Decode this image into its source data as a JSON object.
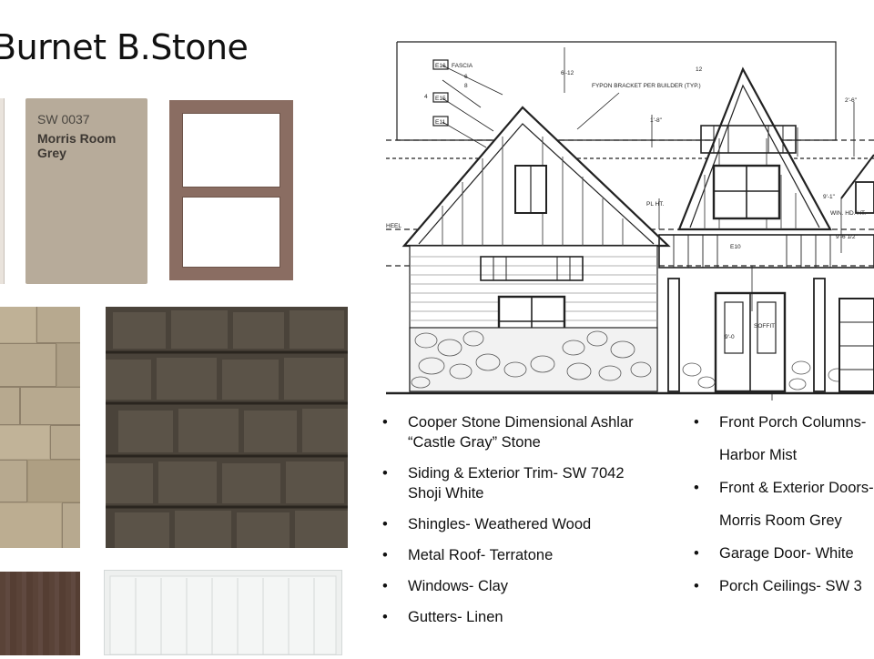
{
  "title": "Burnet B.Stone",
  "paint_chip": {
    "code": "SW 0037",
    "name": "Morris Room Grey",
    "color": "#b7ab9a"
  },
  "colors": {
    "window_frame": "#8a6d62",
    "shingle": "#3b352d",
    "stone": "#b3a58c",
    "wood": "#5a4338"
  },
  "elevation": {
    "labels": [
      "FASCIA",
      "FYPON BRACKET PER BUILDER (TYP.)",
      "HEEL",
      "SOFFIT",
      "PL HT.",
      "WIN. HD. HT.",
      "E10",
      "E11",
      "E15",
      "E16",
      "12",
      "6",
      "8",
      "4",
      "9'-6 1/2\"",
      "2'-6\"",
      "1'-8\"",
      "6'-12",
      "9'-1\"",
      "9'-0"
    ]
  },
  "list_left": [
    {
      "line1": "Cooper Stone Dimensional Ashlar",
      "line2": "“Castle Gray” Stone"
    },
    {
      "line1": "Siding & Exterior Trim- SW 7042",
      "line2": "Shoji White"
    },
    {
      "line1": "Shingles- Weathered Wood"
    },
    {
      "line1": "Metal Roof- Terratone"
    },
    {
      "line1": "Windows- Clay"
    },
    {
      "line1": "Gutters- Linen"
    }
  ],
  "list_right": [
    {
      "line1": "Front Porch Columns-",
      "line2": "Harbor Mist"
    },
    {
      "line1": "Front & Exterior Doors-",
      "line2": "Morris Room Grey"
    },
    {
      "line1": "Garage Door- White"
    },
    {
      "line1": "Porch Ceilings- SW 3"
    }
  ],
  "bullet": "•"
}
